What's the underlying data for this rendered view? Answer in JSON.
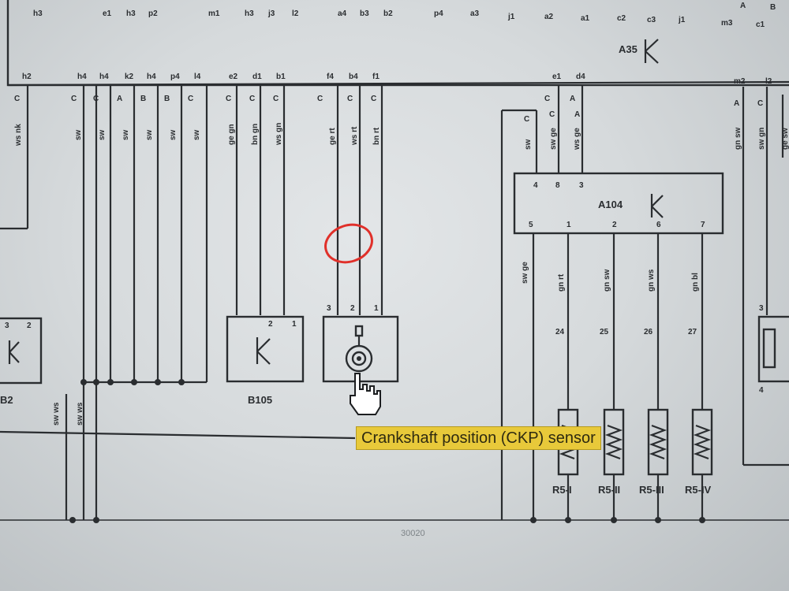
{
  "top_module": {
    "label": "A35",
    "upper_pins": [
      "h3",
      "e1",
      "h3",
      "p2",
      "m1",
      "h3",
      "j3",
      "l2",
      "a4",
      "b3",
      "b2",
      "p4",
      "a3",
      "j1",
      "a2",
      "a1",
      "c2",
      "c3",
      "j1",
      "m3",
      "c1",
      "A",
      "B"
    ],
    "lower_pins": [
      "h2",
      "h4",
      "h4",
      "k2",
      "h4",
      "p4",
      "l4",
      "e2",
      "d1",
      "b1",
      "f4",
      "b4",
      "f1",
      "e1",
      "d4",
      "m2",
      "l2"
    ]
  },
  "wire_labels": [
    "ws nk",
    "sw",
    "sw",
    "sw",
    "sw",
    "sw",
    "sw",
    "ge gn",
    "bn gn",
    "ws gn",
    "ge rt",
    "ws rt",
    "bn rt",
    "sw",
    "sw ge",
    "ws ge",
    "gn sw",
    "sw gn",
    "ge sw"
  ],
  "connector_letters": [
    "C",
    "C",
    "C",
    "A",
    "B",
    "B",
    "C",
    "C",
    "C",
    "C",
    "C",
    "C",
    "C",
    "C",
    "C",
    "A",
    "C",
    "A",
    "A",
    "C"
  ],
  "a104": {
    "label": "A104",
    "top_pins": [
      "4",
      "8",
      "3"
    ],
    "bottom_pins": [
      "5",
      "1",
      "2",
      "6",
      "7"
    ],
    "output_wires": [
      "sw ge",
      "gn rt",
      "gn sw",
      "gn ws",
      "gn bl"
    ]
  },
  "connector_numbers": [
    "24",
    "25",
    "26",
    "27"
  ],
  "b82": {
    "label": "B2",
    "pins": [
      "3",
      "2"
    ]
  },
  "b105": {
    "label": "B105",
    "pins": [
      "2",
      "1"
    ]
  },
  "ckp": {
    "pins": [
      "3",
      "2",
      "1"
    ]
  },
  "injectors": [
    "R5-I",
    "R5-II",
    "R5-III",
    "R5-IV"
  ],
  "left_wires": [
    "sw ws",
    "sw ws"
  ],
  "right_component": {
    "pins": [
      "3",
      "4"
    ]
  },
  "page_ref": "30020",
  "tooltip": "Crankshaft position (CKP) sensor",
  "colors": {
    "highlight": "#e8c93a",
    "annotation_circle": "#e0302a",
    "wire": "#2a2d30"
  },
  "icons": {
    "cursor": "pointer-hand-icon",
    "sensor": "ckp-sensor-icon",
    "transistor": "transistor-symbol-icon"
  }
}
